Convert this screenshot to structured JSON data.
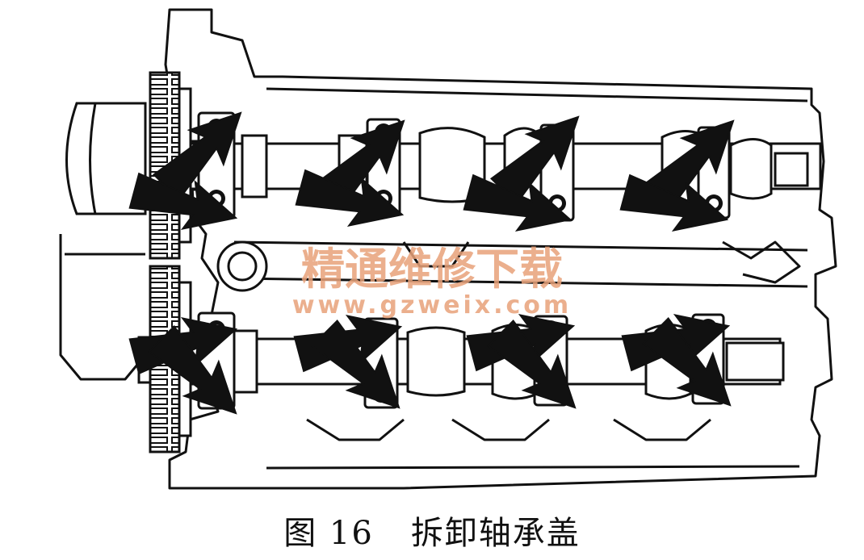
{
  "caption": {
    "figure_number": "图 16",
    "title": "拆卸轴承盖"
  },
  "watermark": {
    "text_cn": "精通维修下载",
    "url": "www.gzweix.com",
    "color": "#e8a27a"
  },
  "colors": {
    "ink": "#111111",
    "arrow": "#111111",
    "paper": "#ffffff"
  },
  "icons": {
    "arrow": "pointer-arrow-icon",
    "bolt": "bolt-head-icon",
    "gear": "timing-gear-icon"
  }
}
